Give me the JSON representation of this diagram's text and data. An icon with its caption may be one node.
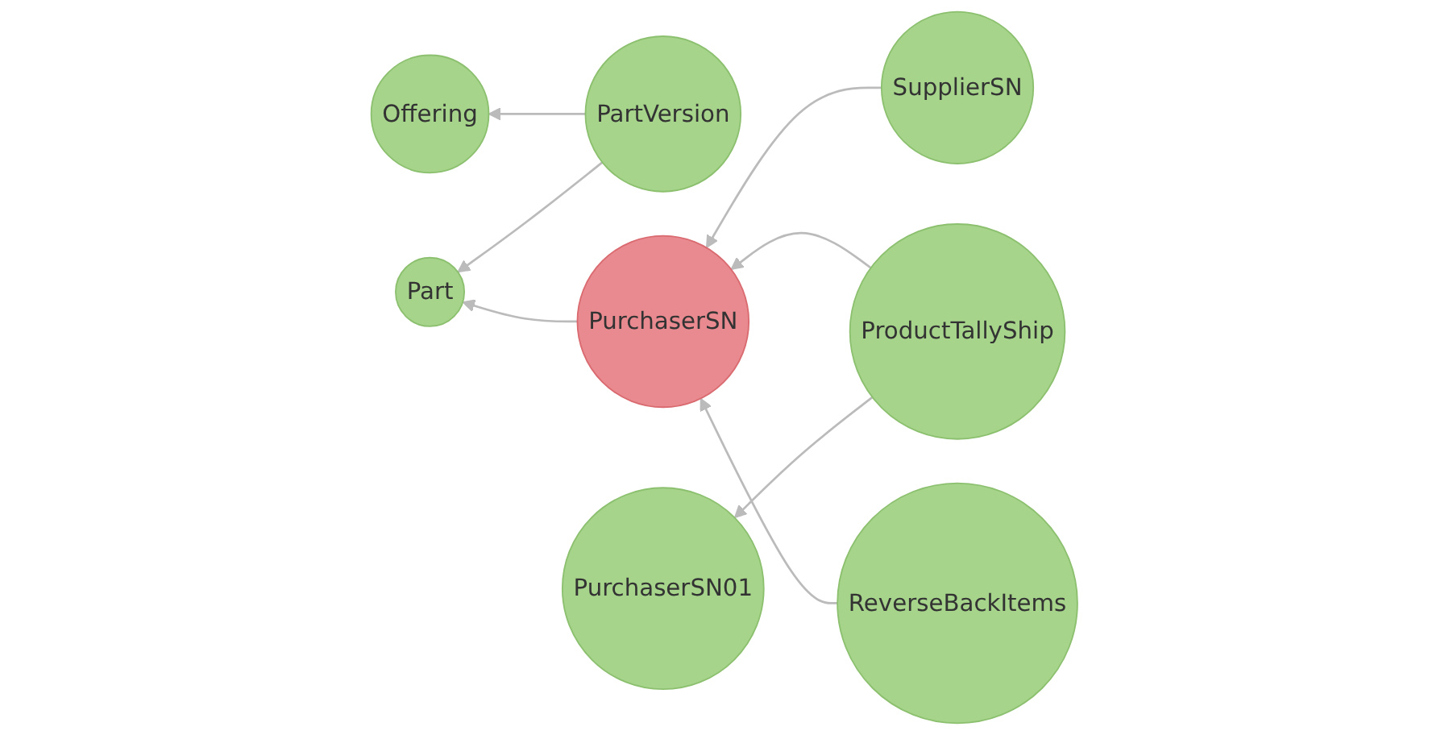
{
  "diagram": {
    "nodes": [
      {
        "text": [
          "SupplierSN"
        ]
      },
      {
        "text": [
          "Offering"
        ]
      },
      {
        "text": [
          "PartVersion"
        ]
      },
      {
        "text": [
          "Part"
        ]
      },
      {
        "text": [
          "PurchaserSN"
        ]
      },
      {
        "text": [
          "ProductTallyShip"
        ]
      },
      {
        "text": [
          "PurchaserSN01"
        ]
      },
      {
        "text": [
          "ReverseBackItems"
        ]
      }
    ],
    "edges": [
      {
        "from": 0,
        "to": 4,
        "arrow": "to"
      },
      {
        "from": 2,
        "to": 1,
        "arrow": "to"
      },
      {
        "from": 2,
        "to": 3,
        "arrow": "to"
      },
      {
        "from": 4,
        "to": 3,
        "arrow": "to"
      },
      {
        "from": 5,
        "to": 4,
        "arrow": "to"
      },
      {
        "from": 5,
        "to": 6,
        "arrow": "to"
      },
      {
        "from": 7,
        "to": 4,
        "arrow": "to"
      }
    ]
  }
}
